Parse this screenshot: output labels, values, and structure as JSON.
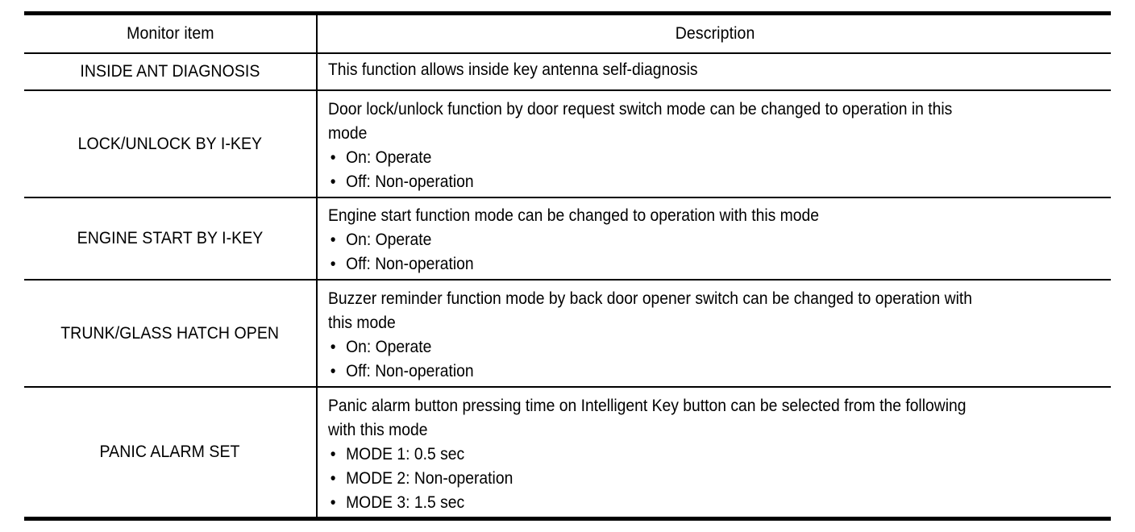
{
  "table": {
    "columns": [
      "Monitor item",
      "Description"
    ],
    "rows": [
      {
        "item": "INSIDE ANT DIAGNOSIS",
        "lines": [
          "This function allows inside key antenna self-diagnosis"
        ],
        "bullets": []
      },
      {
        "item": "LOCK/UNLOCK BY I-KEY",
        "lines": [
          "Door lock/unlock function by door request switch mode can be changed to operation in this",
          "mode"
        ],
        "bullets": [
          "On: Operate",
          "Off: Non-operation"
        ]
      },
      {
        "item": "ENGINE START BY I-KEY",
        "lines": [
          "Engine start function mode can be changed to operation with this mode"
        ],
        "bullets": [
          "On: Operate",
          "Off: Non-operation"
        ]
      },
      {
        "item": "TRUNK/GLASS HATCH OPEN",
        "lines": [
          "Buzzer reminder function mode by back door opener switch can be changed to operation with",
          "this mode"
        ],
        "bullets": [
          "On: Operate",
          "Off: Non-operation"
        ]
      },
      {
        "item": "PANIC ALARM SET",
        "lines": [
          "Panic alarm button pressing time on Intelligent Key button can be selected from the following",
          "with this mode"
        ],
        "bullets": [
          "MODE 1: 0.5 sec",
          "MODE 2: Non-operation",
          "MODE 3: 1.5 sec"
        ]
      }
    ],
    "bullet_glyph": "•"
  },
  "colors": {
    "ink": "#000000",
    "paper": "#ffffff"
  }
}
